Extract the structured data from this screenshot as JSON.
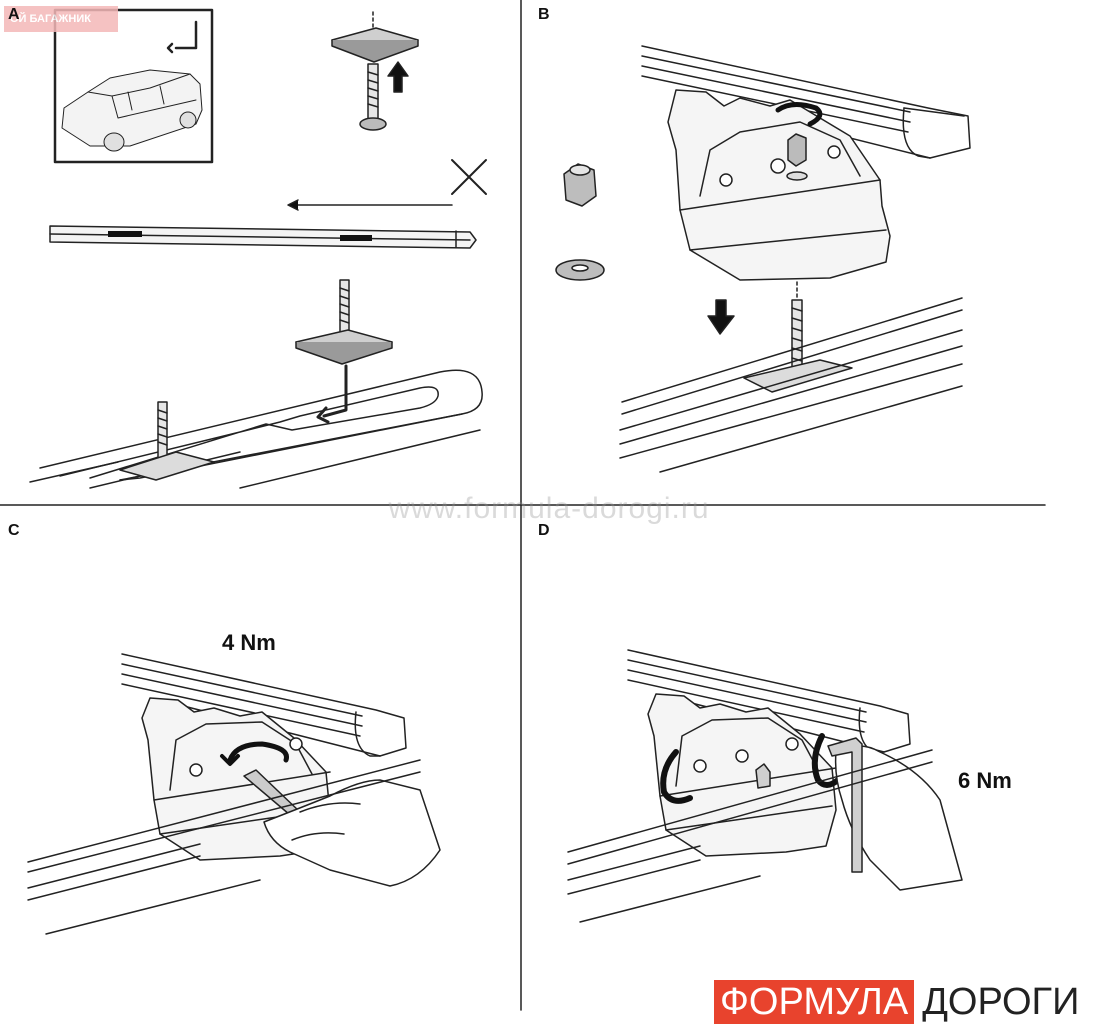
{
  "panels": {
    "a": {
      "label": "A"
    },
    "b": {
      "label": "B"
    },
    "c": {
      "label": "C",
      "torque": "4 Nm"
    },
    "d": {
      "label": "D",
      "torque": "6 Nm"
    }
  },
  "corner_tag": "ОЙ БАГАЖНИК",
  "watermark": "www.formula-dorogi.ru",
  "brand": {
    "part1": "ФОРМУЛА",
    "part2": "ДОРОГИ"
  },
  "colors": {
    "line": "#222222",
    "brand_red": "#e8432d",
    "tag_pink": "#f4b8b8"
  }
}
